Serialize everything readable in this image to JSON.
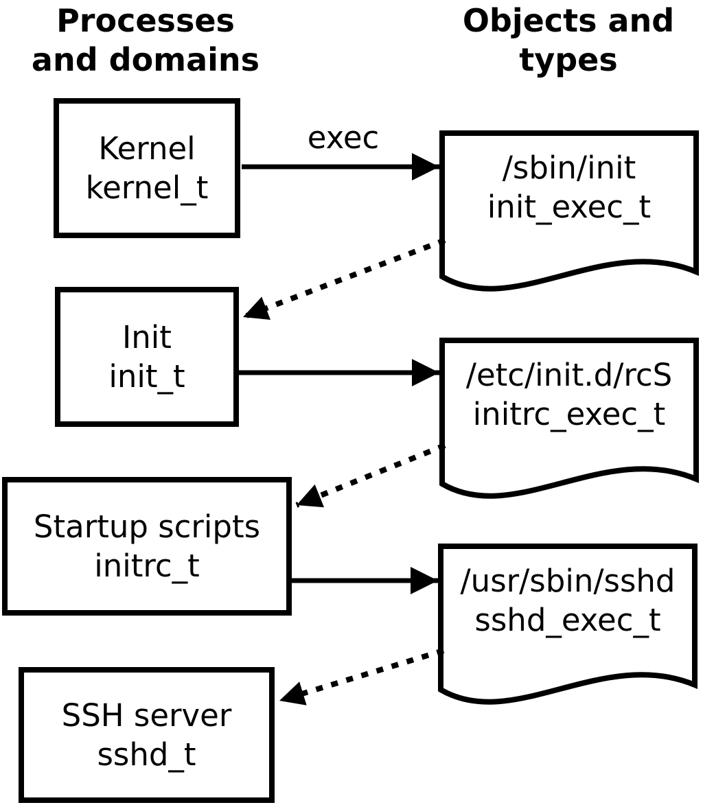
{
  "headers": {
    "processes": {
      "line1": "Processes",
      "line2": "and domains"
    },
    "objects": {
      "line1": "Objects and",
      "line2": "types"
    }
  },
  "process_boxes": [
    {
      "name": "Kernel",
      "type": "kernel_t"
    },
    {
      "name": "Init",
      "type": "init_t"
    },
    {
      "name": "Startup scripts",
      "type": "initrc_t"
    },
    {
      "name": "SSH server",
      "type": "sshd_t"
    }
  ],
  "object_docs": [
    {
      "path": "/sbin/init",
      "type": "init_exec_t"
    },
    {
      "path": "/etc/init.d/rcS",
      "type": "initrc_exec_t"
    },
    {
      "path": "/usr/sbin/sshd",
      "type": "sshd_exec_t"
    }
  ],
  "arrows": {
    "exec_label": "exec",
    "solid_meaning": "exec",
    "relations": [
      {
        "from": "kernel_t",
        "via": "exec",
        "object": "init_exec_t",
        "transitions_to": "init_t"
      },
      {
        "from": "init_t",
        "via": "exec",
        "object": "initrc_exec_t",
        "transitions_to": "initrc_t"
      },
      {
        "from": "initrc_t",
        "via": "exec",
        "object": "sshd_exec_t",
        "transitions_to": "sshd_t"
      }
    ]
  },
  "colors": {
    "ink": "#000000",
    "paper": "#ffffff"
  }
}
